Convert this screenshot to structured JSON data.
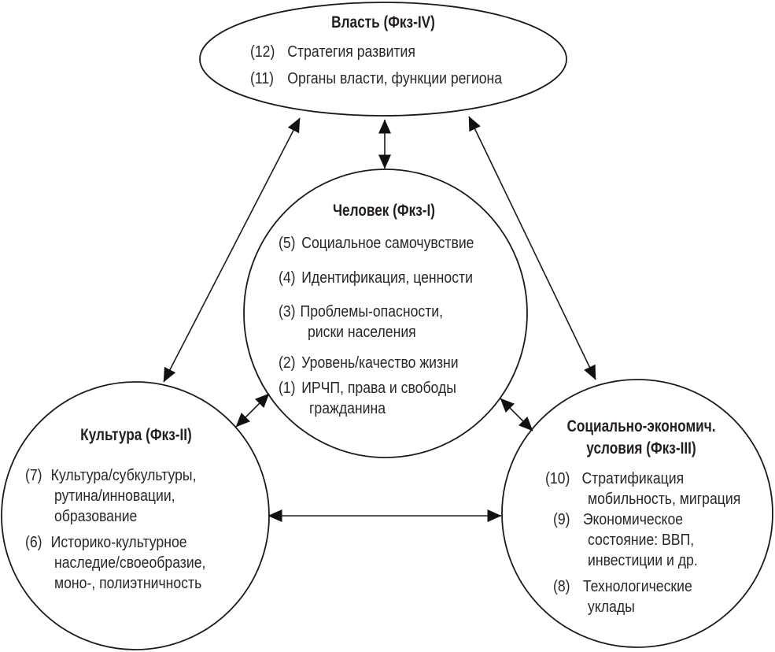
{
  "diagram": {
    "type": "factor-interaction-diagram",
    "colors": {
      "stroke": "#1a1a1a",
      "text": "#231f20",
      "background": "#ffffff"
    },
    "nodes": {
      "power": {
        "title": "Власть (Фкз-IV)",
        "items": [
          {
            "num": "(12)",
            "lines": [
              "Стратегия развития"
            ]
          },
          {
            "num": "(11)",
            "lines": [
              "Органы власти, функции региона"
            ]
          }
        ]
      },
      "person": {
        "title": "Человек (Фкз-I)",
        "items": [
          {
            "num": "(5)",
            "lines": [
              "Социальное самочувствие"
            ]
          },
          {
            "num": "(4)",
            "lines": [
              "Идентификация, ценности"
            ]
          },
          {
            "num": "(3)",
            "lines": [
              "Проблемы-опасности,",
              "риски населения"
            ]
          },
          {
            "num": "(2)",
            "lines": [
              "Уровень/качество жизни"
            ]
          },
          {
            "num": "(1)",
            "lines": [
              "ИРЧП, права и свободы",
              "гражданина"
            ]
          }
        ]
      },
      "culture": {
        "title": "Культура (Фкз-II)",
        "items": [
          {
            "num": "(7)",
            "lines": [
              "Культура/субкультуры,",
              "рутина/инновации,",
              "образование"
            ]
          },
          {
            "num": "(6)",
            "lines": [
              "Историко-культурное",
              "наследие/своеобразие,",
              "моно-, полиэтничность"
            ]
          }
        ]
      },
      "socio_economic": {
        "title_lines": [
          "Социально-экономич.",
          "условия (Фкз-III)"
        ],
        "items": [
          {
            "num": "(10)",
            "lines": [
              "Стратификация",
              "мобильность, миграция"
            ]
          },
          {
            "num": "(9)",
            "lines": [
              "Экономическое",
              "состояние: ВВП,",
              "инвестиции и др."
            ]
          },
          {
            "num": "(8)",
            "lines": [
              "Технологические",
              "уклады"
            ]
          }
        ]
      }
    },
    "connections": [
      {
        "from": "power",
        "to": "person",
        "type": "bidirectional"
      },
      {
        "from": "power",
        "to": "culture",
        "type": "bidirectional"
      },
      {
        "from": "power",
        "to": "socio_economic",
        "type": "bidirectional"
      },
      {
        "from": "person",
        "to": "culture",
        "type": "bidirectional"
      },
      {
        "from": "person",
        "to": "socio_economic",
        "type": "bidirectional"
      },
      {
        "from": "culture",
        "to": "socio_economic",
        "type": "bidirectional"
      }
    ]
  }
}
